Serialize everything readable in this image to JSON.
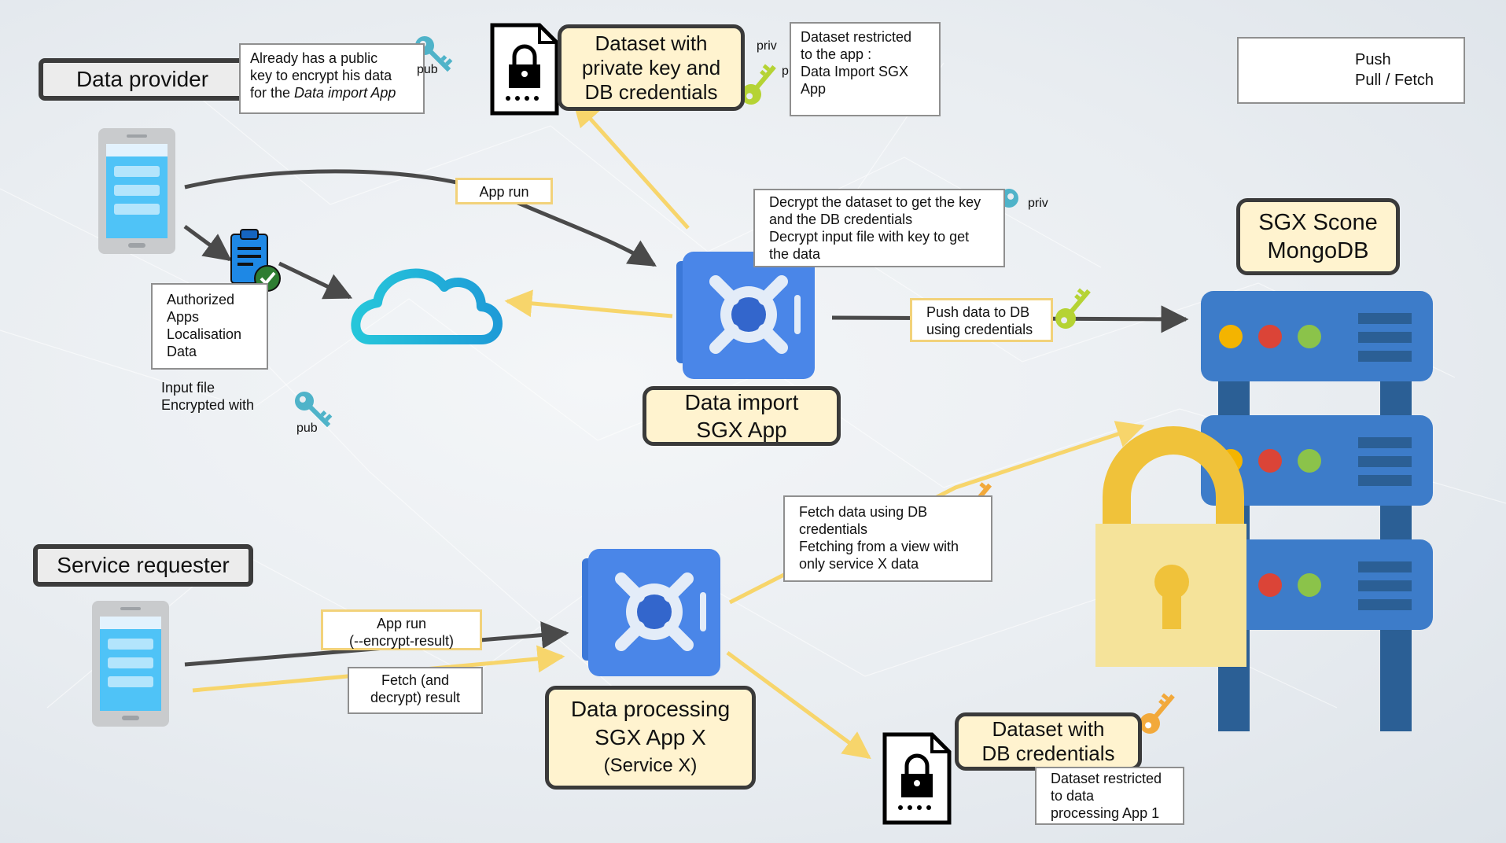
{
  "nodes": {
    "data_provider": "Data provider",
    "service_requester": "Service requester",
    "import_app_line1": "Data import",
    "import_app_line2": "SGX App",
    "processing_app_line1": "Data processing",
    "processing_app_line2": "SGX App X",
    "processing_app_line3": "(Service X)",
    "mongodb_line1": "SGX Scone",
    "mongodb_line2": "MongoDB",
    "dataset_top_line1": "Dataset with",
    "dataset_top_line2": "private key and",
    "dataset_top_line3": "DB credentials",
    "dataset_bottom_line1": "Dataset with",
    "dataset_bottom_line2": "DB credentials"
  },
  "notes": {
    "public_key_line1": "Already has a public",
    "public_key_line2": "key to encrypt his data",
    "public_key_line3_prefix": "for the ",
    "public_key_line3_italic": "Data import App",
    "restricted_top_line1": "Dataset restricted",
    "restricted_top_line2": "to the app :",
    "restricted_top_line3": "Data Import SGX",
    "restricted_top_line4": "App",
    "decrypt_line1": "Decrypt the dataset to get the key",
    "decrypt_line2": "and the DB credentials",
    "decrypt_line3": "Decrypt input file with key to get",
    "decrypt_line4": "the data",
    "authorized_line1": "Authorized",
    "authorized_line2": "Apps",
    "authorized_line3": "Localisation",
    "authorized_line4": "Data",
    "input_file_line1": "Input file",
    "input_file_line2": "Encrypted with",
    "fetch_line1": "Fetch data using DB",
    "fetch_line2": "credentials",
    "fetch_line3": "Fetching from a view with",
    "fetch_line4": "only service X data",
    "restricted_bottom_line1": "Dataset restricted",
    "restricted_bottom_line2": "to data",
    "restricted_bottom_line3": "processing App 1"
  },
  "edge_labels": {
    "app_run_top": "App run",
    "push_data_line1": "Push data to DB",
    "push_data_line2": "using credentials",
    "app_run_bottom_line1": "App run",
    "app_run_bottom_line2": "(--encrypt-result)",
    "fetch_result_line1": "Fetch (and",
    "fetch_result_line2": "decrypt) result"
  },
  "key_labels": {
    "pub_provider": "pub",
    "pub_input": "pub",
    "priv_dataset_1": "priv",
    "priv_dataset_2": "priv",
    "priv_decrypt": "priv"
  },
  "legend": {
    "push": "Push",
    "pull": "Pull / Fetch",
    "push_color": "#4a4a4a",
    "pull_color": "#f7d56b"
  },
  "icons": [
    "phone-icon",
    "clipboard-check-icon",
    "cloud-icon",
    "vault-icon",
    "server-rack-icon",
    "padlock-icon",
    "document-lock-icon",
    "key-icon"
  ]
}
